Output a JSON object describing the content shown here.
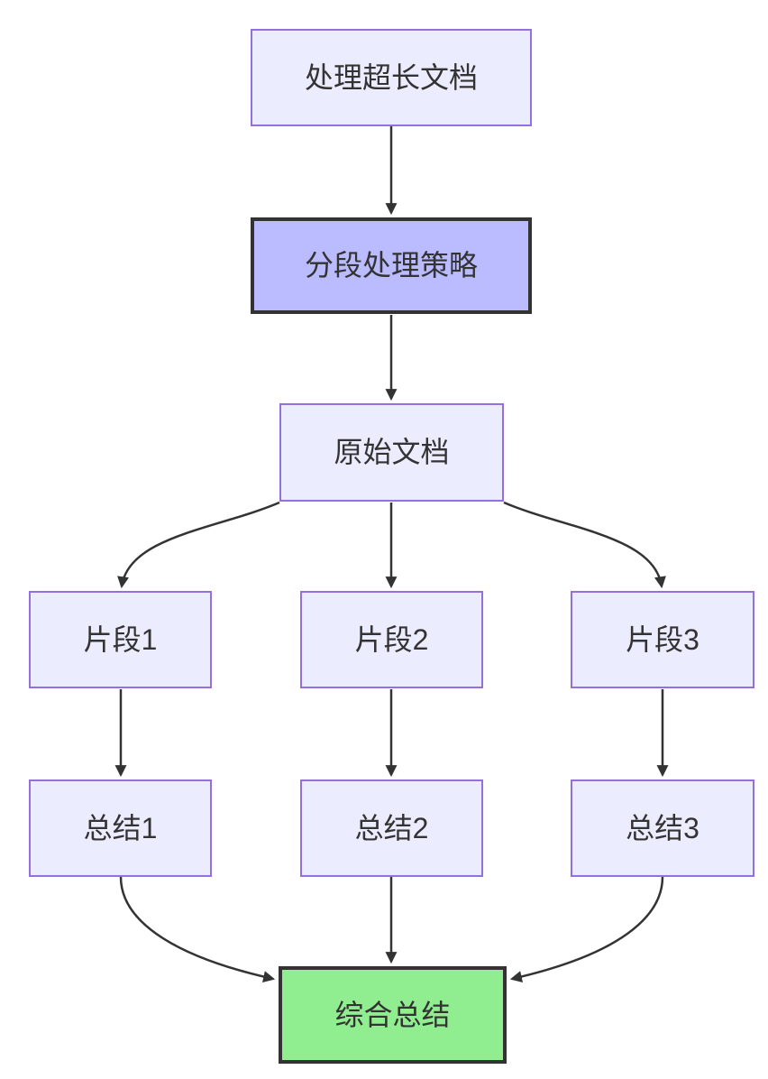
{
  "diagram": {
    "type": "flowchart",
    "direction": "top-down",
    "background": "#FFFFFF",
    "colors": {
      "node_fill": "#ECECFF",
      "node_border": "#9370DB",
      "strategy_fill": "#BBBBFF",
      "final_fill": "#90EE90",
      "emphasis_border": "#333333",
      "edge_color": "#333333",
      "text_color": "#333333"
    },
    "nodes": [
      {
        "id": "input",
        "label": "处理超长文档",
        "style": "default"
      },
      {
        "id": "strategy",
        "label": "分段处理策略",
        "style": "emphasis-purple"
      },
      {
        "id": "doc",
        "label": "原始文档",
        "style": "default"
      },
      {
        "id": "frag1",
        "label": "片段1",
        "style": "default"
      },
      {
        "id": "frag2",
        "label": "片段2",
        "style": "default"
      },
      {
        "id": "frag3",
        "label": "片段3",
        "style": "default"
      },
      {
        "id": "sum1",
        "label": "总结1",
        "style": "default"
      },
      {
        "id": "sum2",
        "label": "总结2",
        "style": "default"
      },
      {
        "id": "sum3",
        "label": "总结3",
        "style": "default"
      },
      {
        "id": "final",
        "label": "综合总结",
        "style": "emphasis-green"
      }
    ],
    "edges": [
      {
        "from": "input",
        "to": "strategy"
      },
      {
        "from": "strategy",
        "to": "doc"
      },
      {
        "from": "doc",
        "to": "frag1"
      },
      {
        "from": "doc",
        "to": "frag2"
      },
      {
        "from": "doc",
        "to": "frag3"
      },
      {
        "from": "frag1",
        "to": "sum1"
      },
      {
        "from": "frag2",
        "to": "sum2"
      },
      {
        "from": "frag3",
        "to": "sum3"
      },
      {
        "from": "sum1",
        "to": "final"
      },
      {
        "from": "sum2",
        "to": "final"
      },
      {
        "from": "sum3",
        "to": "final"
      }
    ]
  }
}
